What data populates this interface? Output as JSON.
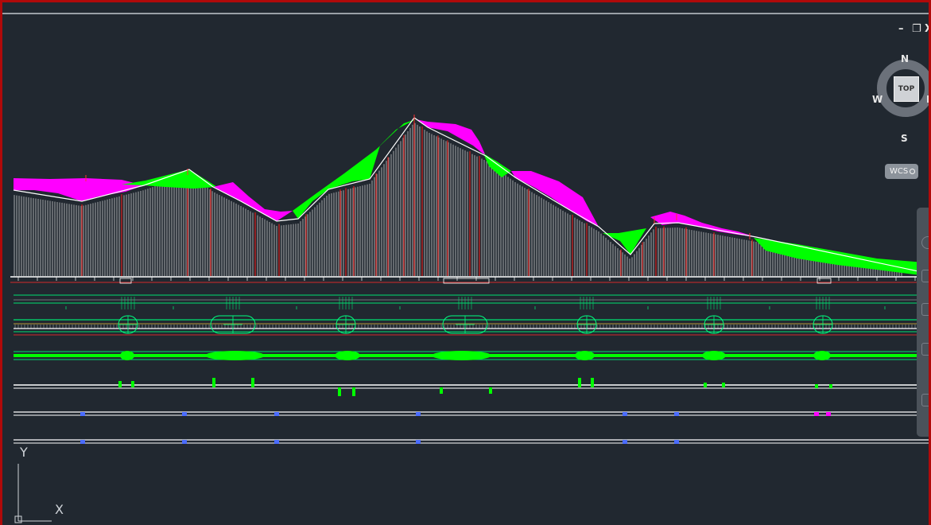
{
  "window": {
    "controls": [
      "–",
      "❐",
      "X"
    ]
  },
  "viewcube": {
    "north": "N",
    "south": "S",
    "east": "E",
    "west": "W",
    "face": "TOP"
  },
  "wcs_menu": {
    "label": "WCS"
  },
  "ucs_icon": {
    "y_label": "Y",
    "x_label": "X"
  },
  "colors": {
    "background": "#212830",
    "frame_border": "#b00a0a",
    "cut_fill": "#ff00ff",
    "fill_fill": "#00ff00",
    "profile_hatch": "#ffffff",
    "grade_marker": "#ff2020",
    "alignment_line": "#00ff80",
    "ucs_icon": "#cfd3d8"
  },
  "icons": {
    "navbar": [
      "full-navigation-wheel-icon",
      "pan-icon",
      "zoom-icon",
      "orbit-icon",
      "showmotion-icon"
    ]
  }
}
